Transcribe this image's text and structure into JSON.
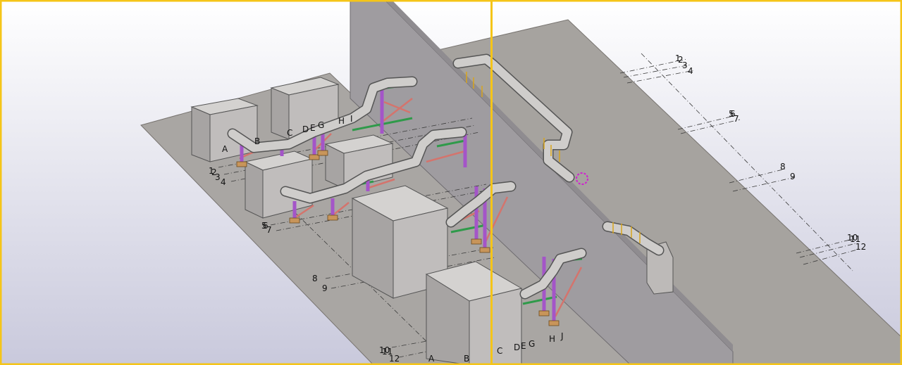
{
  "viewport": {
    "frame_color": "#f5c518",
    "background_top": "#ffffff",
    "background_bottom": "#c9c9dc"
  },
  "gridlines": {
    "left_lettered": [
      "A",
      "B",
      "C",
      "D",
      "E",
      "G",
      "H",
      "I"
    ],
    "left_numbered": [
      "1",
      "2",
      "3",
      "4",
      "5",
      "6",
      "7",
      "8",
      "9",
      "10",
      "11",
      "12"
    ],
    "bottom_numbered": [
      "10",
      "11",
      "12"
    ],
    "bottom_lettered": [
      "A",
      "B",
      "C",
      "D",
      "E",
      "G",
      "H",
      "J"
    ],
    "right_numbered": [
      "1",
      "2",
      "3",
      "4",
      "5",
      "6",
      "7",
      "8",
      "9",
      "10",
      "11",
      "12"
    ]
  },
  "colors": {
    "floor": "#a9a6a3",
    "wall": "#9f9ca0",
    "box_front": "#c0bdbc",
    "box_side": "#a7a4a3",
    "box_top": "#d4d2d0",
    "tray": "#cfcdcb",
    "column": "#a455c8",
    "brace": "#d4746d",
    "beam": "#2f9a4a",
    "baseplate": "#c8955a",
    "hanger": "#d8a51b",
    "selection_marker": "#d020d0"
  }
}
